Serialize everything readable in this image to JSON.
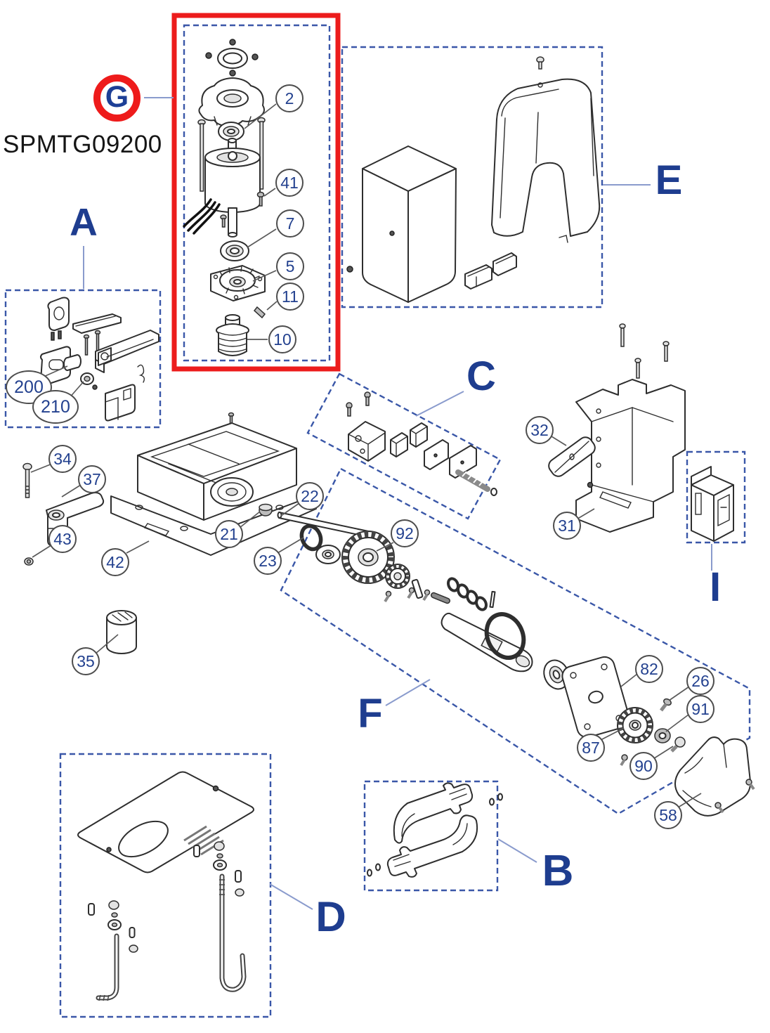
{
  "product_code": "SPMTG09200",
  "colors": {
    "dashed_box_blue": "#3A57A8",
    "highlight_red": "#EC1C1C",
    "label_navy": "#1E3D8F",
    "callout_text_navy": "#23418F",
    "callout_border_grey": "#4D4D4D",
    "leader_line_grey": "#5A5A5A",
    "leader_line_blue": "#8A9BCD",
    "art_stroke": "#2E2E2E"
  },
  "groups": {
    "A": {
      "label": "A"
    },
    "B": {
      "label": "B"
    },
    "C": {
      "label": "C"
    },
    "D": {
      "label": "D"
    },
    "E": {
      "label": "E"
    },
    "F": {
      "label": "F"
    },
    "G": {
      "label": "G"
    },
    "I": {
      "label": "I"
    }
  },
  "callouts": {
    "c2": {
      "label": "2"
    },
    "c41": {
      "label": "41"
    },
    "c7": {
      "label": "7"
    },
    "c5": {
      "label": "5"
    },
    "c11": {
      "label": "11"
    },
    "c10": {
      "label": "10"
    },
    "c200": {
      "label": "200"
    },
    "c210": {
      "label": "210"
    },
    "c34": {
      "label": "34"
    },
    "c37": {
      "label": "37"
    },
    "c43": {
      "label": "43"
    },
    "c42": {
      "label": "42"
    },
    "c21": {
      "label": "21"
    },
    "c22": {
      "label": "22"
    },
    "c23": {
      "label": "23"
    },
    "c35": {
      "label": "35"
    },
    "c92": {
      "label": "92"
    },
    "c82": {
      "label": "82"
    },
    "c26": {
      "label": "26"
    },
    "c91": {
      "label": "91"
    },
    "c87": {
      "label": "87"
    },
    "c90": {
      "label": "90"
    },
    "c58": {
      "label": "58"
    },
    "c31": {
      "label": "31"
    },
    "c32": {
      "label": "32"
    }
  }
}
